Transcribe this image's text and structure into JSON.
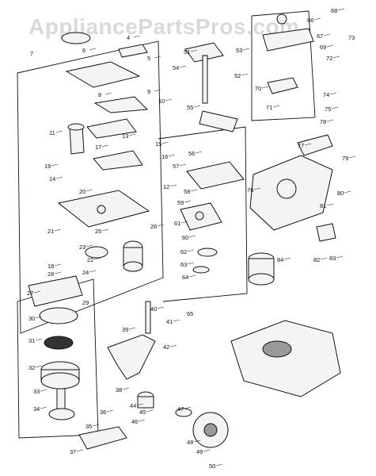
{
  "watermark": "AppliancePartsPros.com",
  "groups": [
    {
      "name": "left",
      "label": "7"
    },
    {
      "name": "left-lower",
      "label": "29"
    },
    {
      "name": "center",
      "label": "65"
    },
    {
      "name": "upper-right",
      "label": "73"
    }
  ],
  "callouts": [
    "4",
    "5",
    "6",
    "8",
    "9",
    "10",
    "11",
    "12",
    "13",
    "14",
    "15",
    "16",
    "17",
    "18",
    "19",
    "20",
    "21",
    "22",
    "23",
    "24",
    "25",
    "26",
    "27",
    "28",
    "30",
    "31",
    "32",
    "33",
    "34",
    "35",
    "36",
    "37",
    "38",
    "39",
    "40",
    "41",
    "42",
    "44",
    "45",
    "46",
    "47",
    "48",
    "49",
    "50",
    "51",
    "52",
    "53",
    "54",
    "55",
    "56",
    "57",
    "58",
    "59",
    "60",
    "61",
    "62",
    "63",
    "64",
    "66",
    "67",
    "68",
    "69",
    "70",
    "71",
    "72",
    "74",
    "75",
    "76",
    "77",
    "78",
    "79",
    "80",
    "81",
    "82",
    "83",
    "84"
  ]
}
